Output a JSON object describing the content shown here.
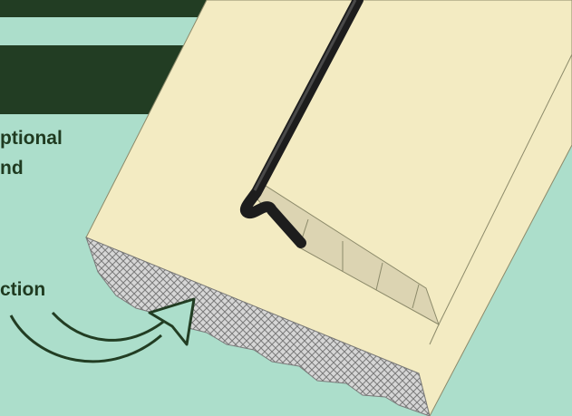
{
  "captions": {
    "line_1": "ptional",
    "line_2": "nd",
    "line_3": "ction"
  },
  "colors": {
    "background": "#acdecb",
    "dark_green": "#223d23",
    "board_face": "#f3ebc2",
    "board_edge_hatch": "#cfcfcf",
    "gasket": "#202020",
    "groove": "#dcd4b2",
    "arrow": "#223d23"
  },
  "icons": {
    "arrow": "curved-arrow-icon",
    "gasket": "black-weatherstrip",
    "edge": "crosshatch-cut-edge"
  }
}
